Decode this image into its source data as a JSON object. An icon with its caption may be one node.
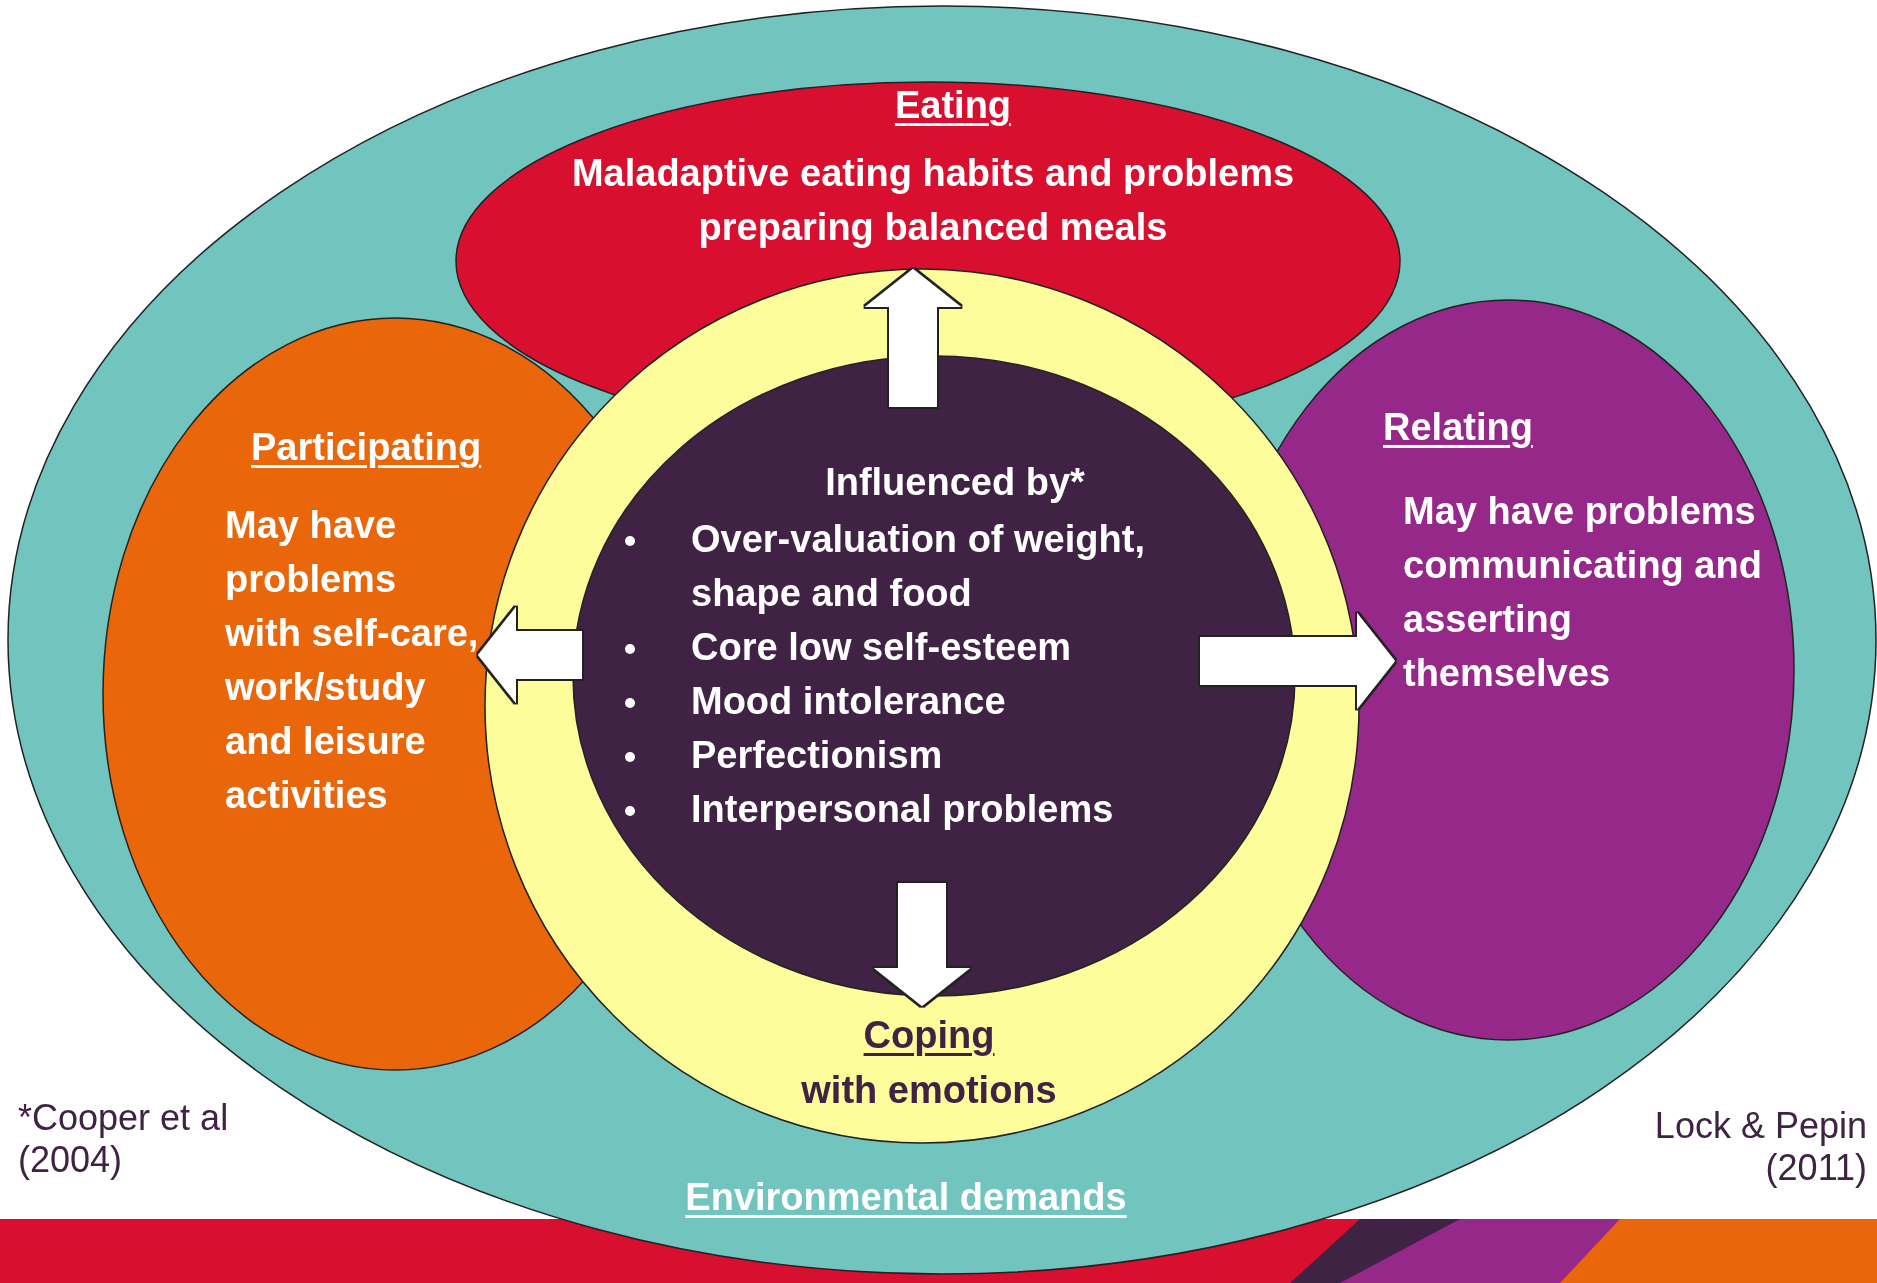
{
  "diagram": {
    "nodes": [
      {
        "text": [
          "Environmental demands"
        ]
      },
      {
        "text": [
          "Eating",
          "Maladaptive eating habits and problems preparing balanced meals"
        ],
        "in": 0
      },
      {
        "text": [
          "Participating",
          "May have problems with self-care, work/study and leisure activities"
        ],
        "in": 0
      },
      {
        "text": [
          "Relating",
          "May have problems communicating and asserting themselves"
        ],
        "in": 0
      },
      {
        "text": [
          "Coping",
          "with emotions"
        ],
        "in": 0
      },
      {
        "text": [
          "Influenced by*",
          "Over-valuation of weight, shape and food",
          "Core low self-esteem",
          "Mood intolerance",
          "Perfectionism",
          "Interpersonal problems"
        ],
        "in": 4
      }
    ],
    "edges": [
      {
        "from": 5,
        "to": 1,
        "arrow": "to"
      },
      {
        "from": 5,
        "to": 2,
        "arrow": "to"
      },
      {
        "from": 5,
        "to": 3,
        "arrow": "to"
      },
      {
        "from": 5,
        "to": 4,
        "arrow": "to"
      }
    ],
    "labels": [
      "*Cooper et al (2004)",
      "Lock & Pepin (2011)"
    ]
  }
}
